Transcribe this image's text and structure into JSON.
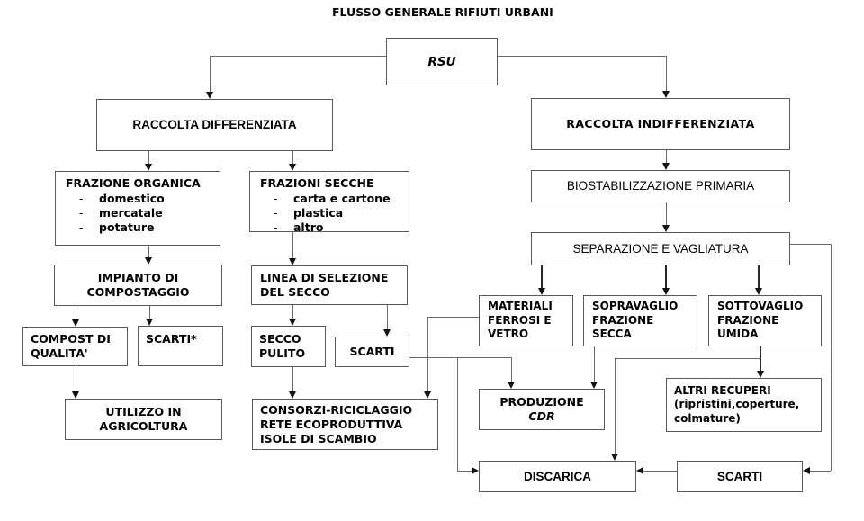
{
  "title": "FLUSSO GENERALE RIFIUTI URBANI",
  "colors": {
    "background": "#ffffff",
    "box_border": "#595959",
    "connector_line": "#6a6a6a",
    "arrowhead": "#111111",
    "text": "#000000"
  },
  "nodes": {
    "rsu": {
      "label": "RSU"
    },
    "raccolta_differenziata": {
      "label": "RACCOLTA DIFFERENZIATA"
    },
    "raccolta_indifferenziata": {
      "label": "RACCOLTA INDIFFERENZIATA"
    },
    "frazione_organica": {
      "title": "FRAZIONE ORGANICA",
      "items": [
        "domestico",
        "mercatale",
        "potature"
      ]
    },
    "frazioni_secche": {
      "title": "FRAZIONI SECCHE",
      "items": [
        "carta e cartone",
        "plastica",
        "altro"
      ]
    },
    "impianto_compostaggio": {
      "label": "IMPIANTO DI\nCOMPOSTAGGIO"
    },
    "linea_selezione_secco": {
      "label": "LINEA DI SELEZIONE\nDEL SECCO"
    },
    "compost_qualita": {
      "label": "COMPOST DI\nQUALITA'"
    },
    "scarti_compostaggio": {
      "label": "SCARTI*"
    },
    "secco_pulito": {
      "label": "SECCO\nPULITO"
    },
    "scarti_selezione": {
      "label": "SCARTI"
    },
    "utilizzo_agricoltura": {
      "label": "UTILIZZO IN\nAGRICOLTURA"
    },
    "consorzi_riciclaggio": {
      "label": "CONSORZI-RICICLAGGIO\nRETE ECOPRODUTTIVA\nISOLE DI SCAMBIO"
    },
    "biostabilizzazione_primaria": {
      "label": "BIOSTABILIZZAZIONE PRIMARIA"
    },
    "separazione_vagliatura": {
      "label": "SEPARAZIONE E VAGLIATURA"
    },
    "materiali_ferrosi_vetro": {
      "label": "MATERIALI\nFERROSI E\nVETRO"
    },
    "sopravaglio_frazione_secca": {
      "label": "SOPRAVAGLIO\nFRAZIONE\nSECCA"
    },
    "sottovaglio_frazione_umida": {
      "label": "SOTTOVAGLIO\nFRAZIONE\nUMIDA"
    },
    "produzione_cdr": {
      "line1": "PRODUZIONE",
      "line2": "CDR"
    },
    "altri_recuperi": {
      "label": "ALTRI RECUPERI\n(ripristini,coperture,\ncolmature)"
    },
    "discarica": {
      "label": "DISCARICA"
    },
    "scarti_finali": {
      "label": "SCARTI"
    }
  }
}
